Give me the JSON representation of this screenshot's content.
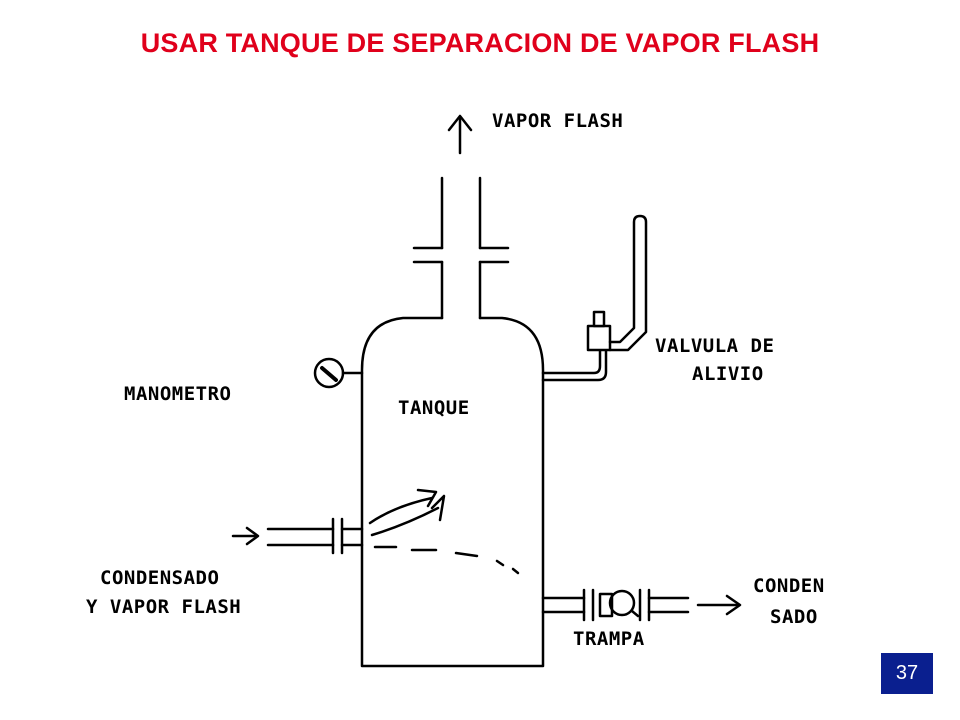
{
  "slide": {
    "title": "USAR TANQUE DE SEPARACION DE VAPOR FLASH",
    "title_color": "#e0001b",
    "page_number": "37",
    "badge_color": "#0a1f8f"
  },
  "diagram": {
    "labels": {
      "vapor_flash": "VAPOR FLASH",
      "valvula_line1": "VALVULA DE",
      "valvula_line2": "ALIVIO",
      "manometro": "MANOMETRO",
      "tanque": "TANQUE",
      "condensado_line1": "CONDENSADO",
      "condensado_line2": "Y VAPOR FLASH",
      "conden_line1": "CONDEN",
      "conden_line2": "SADO",
      "trampa": "TRAMPA"
    }
  }
}
